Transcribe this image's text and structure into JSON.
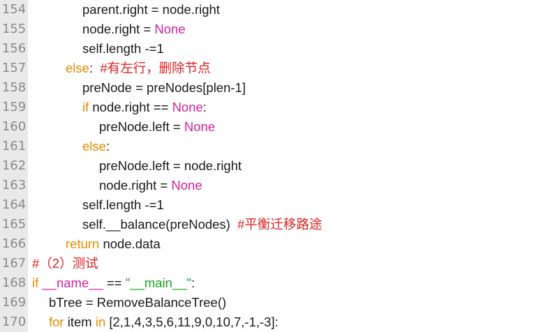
{
  "editor": {
    "colors": {
      "keyword": "#e88a00",
      "constant": "#d4209e",
      "string": "#1aa61a",
      "comment": "#e02020",
      "text": "#1a1a1a",
      "line_number": "#8a8a8a",
      "gutter": "#e9e9e9"
    },
    "lines": [
      {
        "num": "154",
        "indent": 3,
        "tokens": [
          {
            "t": "plain",
            "v": "parent.right = node.right"
          }
        ]
      },
      {
        "num": "155",
        "indent": 3,
        "tokens": [
          {
            "t": "plain",
            "v": "node.right = "
          },
          {
            "t": "const",
            "v": "None"
          }
        ]
      },
      {
        "num": "156",
        "indent": 3,
        "tokens": [
          {
            "t": "plain",
            "v": "self.length -=1"
          }
        ]
      },
      {
        "num": "157",
        "indent": 2,
        "tokens": [
          {
            "t": "kw",
            "v": "else"
          },
          {
            "t": "plain",
            "v": ":  "
          },
          {
            "t": "cmt",
            "v": "#有左行，删除节点"
          }
        ]
      },
      {
        "num": "158",
        "indent": 3,
        "tokens": [
          {
            "t": "plain",
            "v": "preNode = preNodes[plen-1]"
          }
        ]
      },
      {
        "num": "159",
        "indent": 3,
        "tokens": [
          {
            "t": "kw",
            "v": "if"
          },
          {
            "t": "plain",
            "v": " node.right == "
          },
          {
            "t": "const",
            "v": "None"
          },
          {
            "t": "plain",
            "v": ":"
          }
        ]
      },
      {
        "num": "160",
        "indent": 4,
        "tokens": [
          {
            "t": "plain",
            "v": "preNode.left = "
          },
          {
            "t": "const",
            "v": "None"
          }
        ]
      },
      {
        "num": "161",
        "indent": 3,
        "tokens": [
          {
            "t": "kw",
            "v": "else"
          },
          {
            "t": "plain",
            "v": ":"
          }
        ]
      },
      {
        "num": "162",
        "indent": 4,
        "tokens": [
          {
            "t": "plain",
            "v": "preNode.left = node.right"
          }
        ]
      },
      {
        "num": "163",
        "indent": 4,
        "tokens": [
          {
            "t": "plain",
            "v": "node.right = "
          },
          {
            "t": "const",
            "v": "None"
          }
        ]
      },
      {
        "num": "164",
        "indent": 3,
        "tokens": [
          {
            "t": "plain",
            "v": "self.length -=1"
          }
        ]
      },
      {
        "num": "165",
        "indent": 3,
        "tokens": [
          {
            "t": "plain",
            "v": "self.__balance(preNodes)  "
          },
          {
            "t": "cmt",
            "v": "#平衡迁移路途"
          }
        ]
      },
      {
        "num": "166",
        "indent": 2,
        "tokens": [
          {
            "t": "kw",
            "v": "return"
          },
          {
            "t": "plain",
            "v": " node.data"
          }
        ]
      },
      {
        "num": "167",
        "indent": 0,
        "tokens": [
          {
            "t": "cmt",
            "v": "#（2）测试"
          }
        ]
      },
      {
        "num": "168",
        "indent": 0,
        "tokens": [
          {
            "t": "kw",
            "v": "if"
          },
          {
            "t": "plain",
            "v": " "
          },
          {
            "t": "const",
            "v": "__name__"
          },
          {
            "t": "plain",
            "v": " == "
          },
          {
            "t": "str",
            "v": "\"__main__\""
          },
          {
            "t": "plain",
            "v": ":"
          }
        ]
      },
      {
        "num": "169",
        "indent": 1,
        "tokens": [
          {
            "t": "plain",
            "v": "bTree = RemoveBalanceTree()"
          }
        ]
      },
      {
        "num": "170",
        "indent": 1,
        "tokens": [
          {
            "t": "kw",
            "v": "for"
          },
          {
            "t": "plain",
            "v": " item "
          },
          {
            "t": "kw",
            "v": "in"
          },
          {
            "t": "plain",
            "v": " [2,1,4,3,5,6,11,9,0,10,7,-1,-3]:"
          }
        ]
      }
    ]
  }
}
